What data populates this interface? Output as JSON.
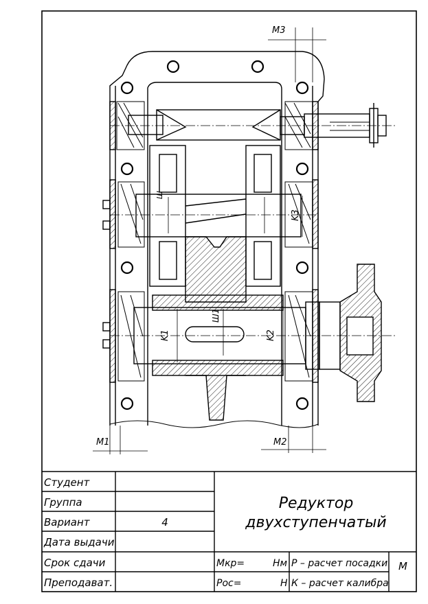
{
  "drawing": {
    "dimension_labels": {
      "m1": "M1",
      "m2": "M2",
      "m3": "M3",
      "k1": "K1",
      "k2": "K2",
      "k3": "K3",
      "sh": "Ш",
      "sh1": "Ш1"
    }
  },
  "title_block": {
    "title_line1": "Редуктор",
    "title_line2": "двухступенчатый",
    "rows": [
      {
        "label": "Студент",
        "value": ""
      },
      {
        "label": "Группа",
        "value": ""
      },
      {
        "label": "Вариант",
        "value": "4"
      },
      {
        "label": "Дата выдачи",
        "value": ""
      },
      {
        "label": "Срок сдачи",
        "value": ""
      },
      {
        "label": "Преподават.",
        "value": ""
      }
    ],
    "mkr_label": "Мкр=",
    "mkr_unit": "Нм",
    "pos_label": "Рос=",
    "pos_unit": "Н",
    "p_note": "Р – расчет посадки",
    "k_note": "К – расчет калибра",
    "m_note": "М"
  }
}
